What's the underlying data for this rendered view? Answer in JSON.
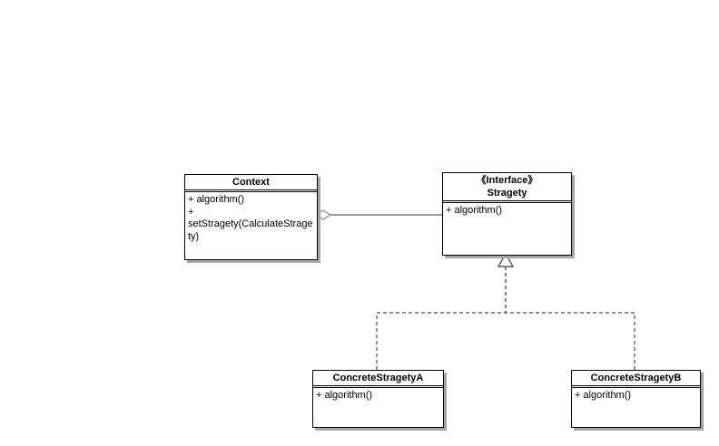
{
  "classes": {
    "context": {
      "title": "Context",
      "members": [
        "+ algorithm()",
        "+ setStragety(CalculateStragety)"
      ]
    },
    "stragety": {
      "stereotype": "《Interface》",
      "name": "Stragety",
      "members": [
        "+ algorithm()"
      ]
    },
    "concrete_a": {
      "title": "ConcreteStragetyA",
      "members": [
        "+ algorithm()"
      ]
    },
    "concrete_b": {
      "title": "ConcreteStragetyB",
      "members": [
        "+ algorithm()"
      ]
    }
  },
  "relationships": [
    {
      "type": "aggregation",
      "from": "Context",
      "to": "Stragety",
      "diamond_at": "Context",
      "line_style": "solid"
    },
    {
      "type": "realization",
      "from": "ConcreteStragetyA",
      "to": "Stragety",
      "arrow": "hollow-triangle",
      "line_style": "dashed"
    },
    {
      "type": "realization",
      "from": "ConcreteStragetyB",
      "to": "Stragety",
      "arrow": "hollow-triangle",
      "line_style": "dashed"
    }
  ],
  "colors": {
    "background": "#ffffff",
    "box_fill": "#ffffff",
    "box_border": "#000000",
    "box_shadow": "#a6a6a6",
    "aggregation_line": "#9b9b9b",
    "realization_line": "#4a4a4a"
  }
}
